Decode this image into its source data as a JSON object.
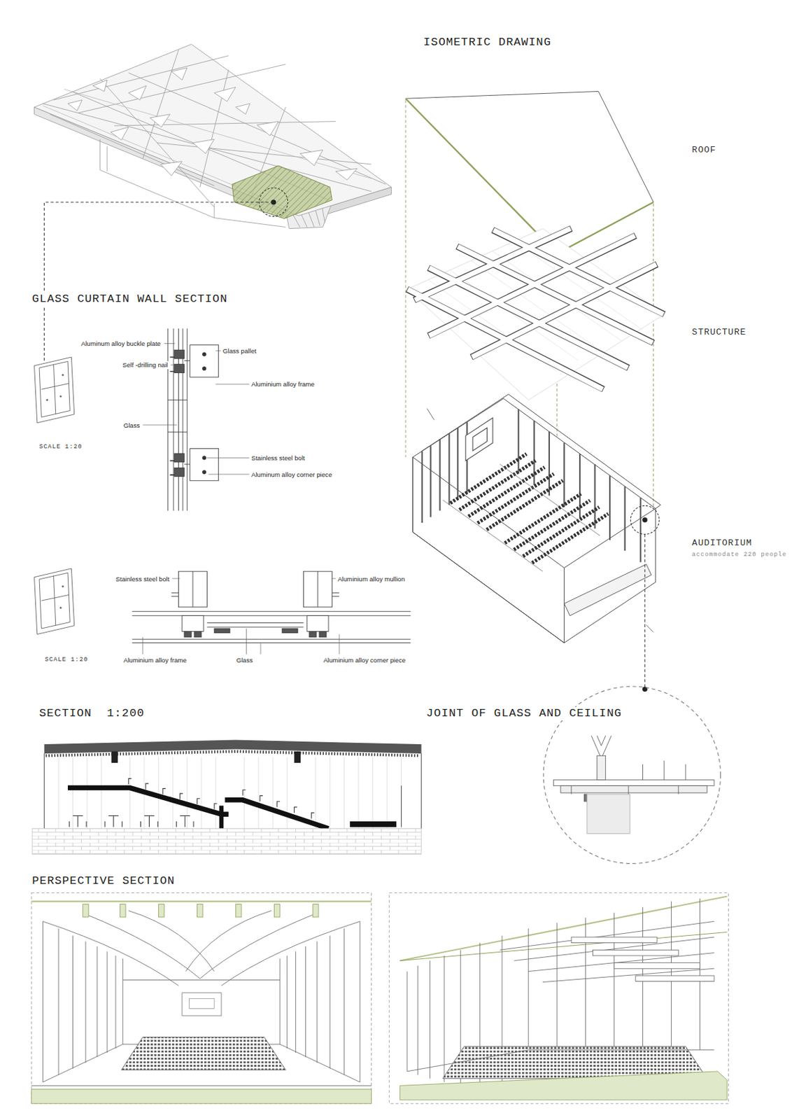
{
  "diagram": {
    "labels": [
      "ISOMETRIC DRAWING",
      "ROOF",
      "STRUCTURE",
      "AUDITORIUM",
      "accommodate 220 people",
      "GLASS CURTAIN WALL SECTION",
      "Aluminum alloy buckle plate",
      "Glass pallet",
      "Self -drilling nail",
      "Aluminium alloy frame",
      "Glass",
      "Stainless steel bolt",
      "Aluminum alloy corner piece",
      "SCALE 1:20",
      "Stainless steel bolt",
      "Aluminium alloy mullion",
      "SCALE 1:20",
      "Aluminium alloy frame",
      "Glass",
      "Aluminium alloy corner piece",
      "SECTION  1:200",
      "JOINT OF GLASS AND CEILING",
      "PERSPECTIVE SECTION"
    ]
  }
}
